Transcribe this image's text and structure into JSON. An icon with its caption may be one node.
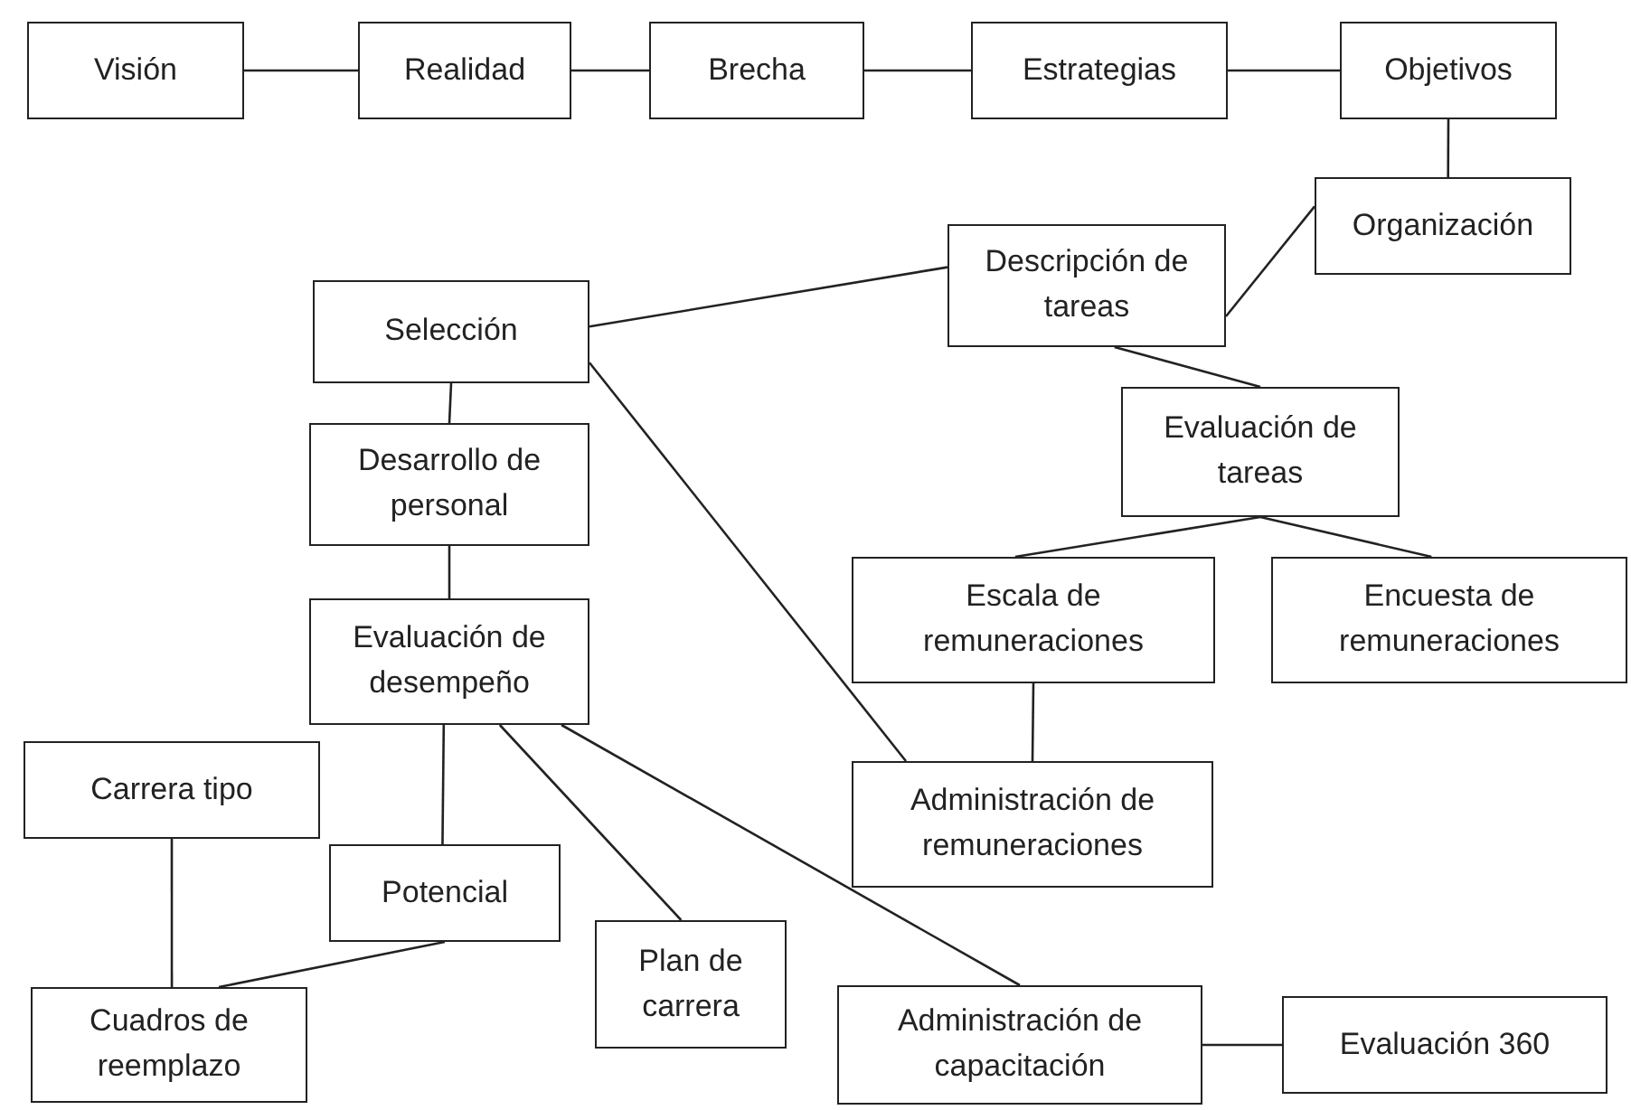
{
  "diagram": {
    "nodes": [
      {
        "text": [
          "Visión"
        ]
      },
      {
        "text": [
          "Realidad"
        ]
      },
      {
        "text": [
          "Brecha"
        ]
      },
      {
        "text": [
          "Estrategias"
        ]
      },
      {
        "text": [
          "Objetivos"
        ]
      },
      {
        "text": [
          "Organización"
        ]
      },
      {
        "text": [
          "Descripción de tareas"
        ]
      },
      {
        "text": [
          "Selección"
        ]
      },
      {
        "text": [
          "Evaluación de tareas"
        ]
      },
      {
        "text": [
          "Desarrollo de personal"
        ]
      },
      {
        "text": [
          "Escala de remuneraciones"
        ]
      },
      {
        "text": [
          "Encuesta de remuneraciones"
        ]
      },
      {
        "text": [
          "Evaluación de desempeño"
        ]
      },
      {
        "text": [
          "Carrera tipo"
        ]
      },
      {
        "text": [
          "Administración de remuneraciones"
        ]
      },
      {
        "text": [
          "Potencial"
        ]
      },
      {
        "text": [
          "Plan de carrera"
        ]
      },
      {
        "text": [
          "Cuadros de reemplazo"
        ]
      },
      {
        "text": [
          "Administración de capacitación"
        ]
      },
      {
        "text": [
          "Evaluación 360"
        ]
      }
    ],
    "edges": [
      {
        "from": 0,
        "to": 1,
        "arrow": "none"
      },
      {
        "from": 1,
        "to": 2,
        "arrow": "none"
      },
      {
        "from": 2,
        "to": 3,
        "arrow": "none"
      },
      {
        "from": 3,
        "to": 4,
        "arrow": "none"
      },
      {
        "from": 4,
        "to": 5,
        "arrow": "none"
      },
      {
        "from": 5,
        "to": 6,
        "arrow": "none"
      },
      {
        "from": 6,
        "to": 7,
        "arrow": "none"
      },
      {
        "from": 6,
        "to": 8,
        "arrow": "none"
      },
      {
        "from": 7,
        "to": 9,
        "arrow": "none"
      },
      {
        "from": 7,
        "to": 14,
        "arrow": "none"
      },
      {
        "from": 8,
        "to": 10,
        "arrow": "none"
      },
      {
        "from": 8,
        "to": 11,
        "arrow": "none"
      },
      {
        "from": 9,
        "to": 12,
        "arrow": "none"
      },
      {
        "from": 10,
        "to": 14,
        "arrow": "none"
      },
      {
        "from": 12,
        "to": 15,
        "arrow": "none"
      },
      {
        "from": 12,
        "to": 16,
        "arrow": "none"
      },
      {
        "from": 12,
        "to": 18,
        "arrow": "none"
      },
      {
        "from": 18,
        "to": 19,
        "arrow": "none"
      },
      {
        "from": 13,
        "to": 17,
        "arrow": "none"
      },
      {
        "from": 15,
        "to": 17,
        "arrow": "none"
      }
    ]
  }
}
